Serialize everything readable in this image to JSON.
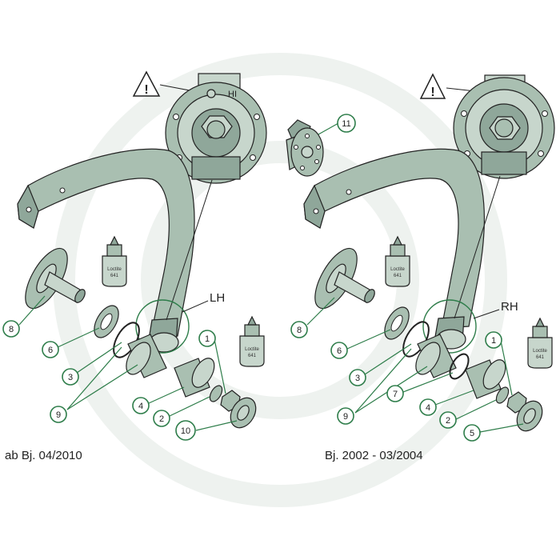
{
  "diagram": {
    "left": {
      "side_label": "LH",
      "caption": "ab Bj. 04/2010",
      "plate_label": "HI",
      "callouts": [
        "8",
        "6",
        "3",
        "9",
        "4",
        "2",
        "10",
        "1"
      ],
      "loctite_text": [
        "Loctite",
        "641"
      ]
    },
    "right": {
      "side_label": "RH",
      "caption": "Bj. 2002 - 03/2004",
      "callouts": [
        "8",
        "6",
        "3",
        "9",
        "7",
        "4",
        "2",
        "5",
        "1"
      ],
      "loctite_text": [
        "Loctite",
        "641"
      ]
    },
    "center_callout": "11",
    "warning_symbol": "!",
    "colors": {
      "part": "#a9bfb1",
      "callout_ring": "#2e7d4a",
      "watermark": "#eef2ef"
    },
    "icons": [
      "warning-triangle-icon",
      "logo-icon"
    ]
  }
}
